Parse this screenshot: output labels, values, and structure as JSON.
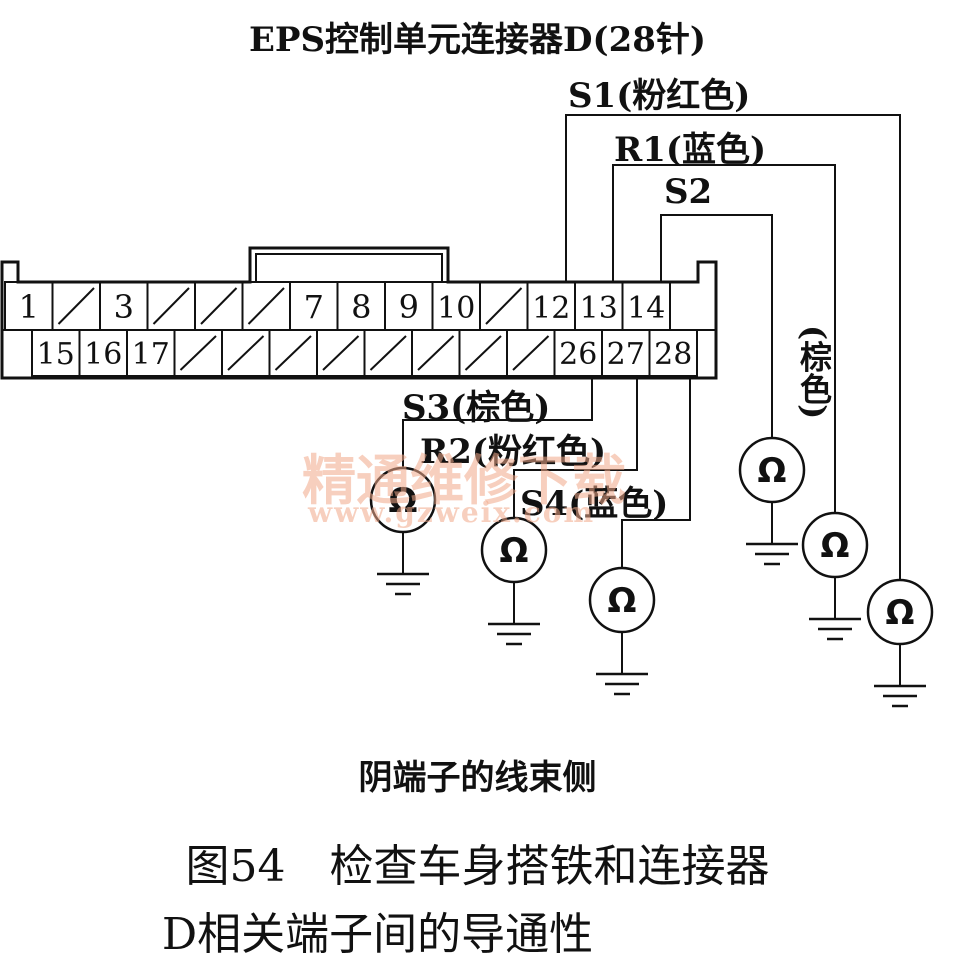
{
  "header": {
    "title": "EPS控制单元连接器D(28针)"
  },
  "connector": {
    "top_row": [
      "1",
      "",
      "3",
      "",
      "",
      "",
      "7",
      "8",
      "9",
      "10",
      "",
      "12",
      "13",
      "14"
    ],
    "bottom_row": [
      "15",
      "16",
      "17",
      "",
      "",
      "",
      "",
      "",
      "",
      "",
      "",
      "26",
      "27",
      "28"
    ]
  },
  "wires": {
    "s1": "S1(粉红色)",
    "r1": "R1(蓝色)",
    "s2": "S2",
    "s2_color": "(棕色)",
    "s3": "S3(棕色)",
    "r2": "R2(粉红色)",
    "s4": "S4(蓝色)"
  },
  "ohm_symbol": "Ω",
  "side_label": "阴端子的线束侧",
  "caption": {
    "line1": "图54　检查车身搭铁和连接器",
    "line2": "D相关端子间的导通性"
  },
  "watermark": {
    "line1": "精通维修下载",
    "line2": "www.gzweix.com"
  }
}
